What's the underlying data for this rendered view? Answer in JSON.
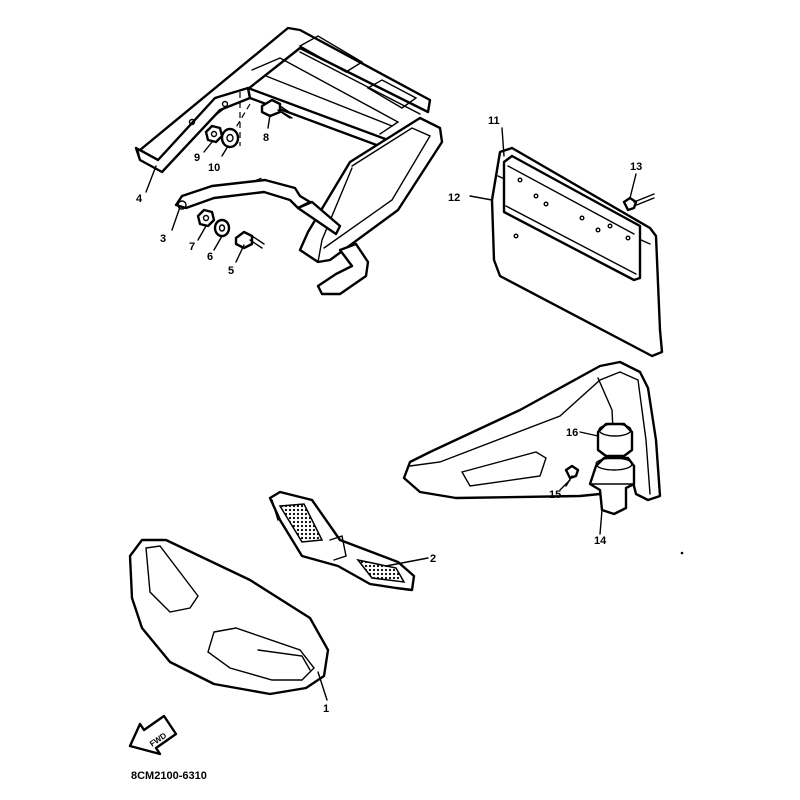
{
  "diagram": {
    "code": "8CM2100-6310",
    "direction_label": "FWD",
    "callouts": [
      "1",
      "2",
      "3",
      "4",
      "5",
      "6",
      "7",
      "8",
      "9",
      "10",
      "11",
      "12",
      "13",
      "14",
      "15",
      "16"
    ]
  }
}
